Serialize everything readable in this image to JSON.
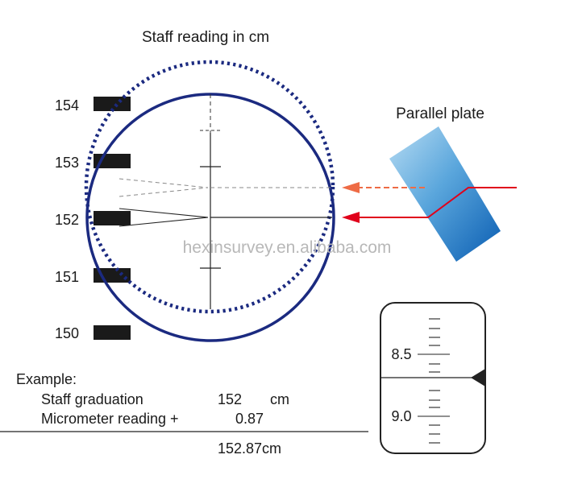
{
  "title": "Staff reading in cm",
  "staff": {
    "graduations": [
      "154",
      "153",
      "152",
      "151",
      "150"
    ]
  },
  "parallel_plate": {
    "label": "Parallel plate"
  },
  "watermark": "hexinsurvey.en.alibaba.com",
  "micrometer": {
    "labels": [
      "8.5",
      "9.0"
    ]
  },
  "example": {
    "heading": "Example:",
    "staff_label": "Staff graduation",
    "staff_value": "152",
    "staff_unit": "cm",
    "micrometer_label": "Micrometer reading +",
    "micrometer_value": "0.87",
    "total": "152.87cm"
  },
  "colors": {
    "circle": "#1b2a80",
    "ray_solid": "#e0001b",
    "ray_dashed": "#ee6b45",
    "plate_light": "#a9d3ef",
    "plate_dark": "#0d63b6",
    "text": "#1a1a1a"
  }
}
